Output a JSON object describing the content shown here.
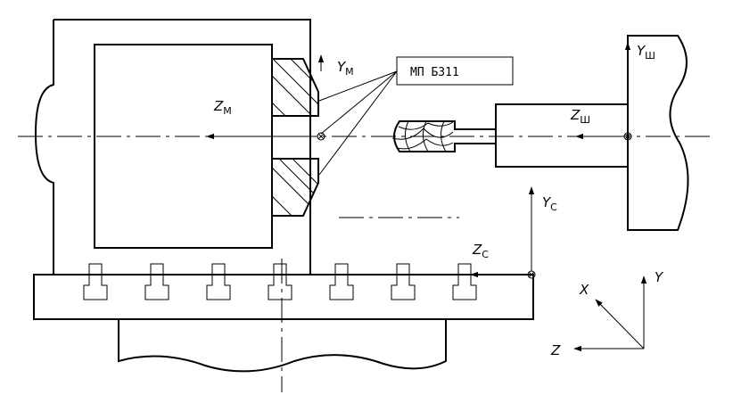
{
  "callout": {
    "text": "МП Б311"
  },
  "axes": {
    "machine_y": {
      "letter": "Y",
      "sub": "М"
    },
    "machine_z": {
      "letter": "Z",
      "sub": "М"
    },
    "spindle_y": {
      "letter": "Y",
      "sub": "Ш"
    },
    "spindle_z": {
      "letter": "Z",
      "sub": "Ш"
    },
    "table_y": {
      "letter": "Y",
      "sub": "С"
    },
    "table_z": {
      "letter": "Z",
      "sub": "С"
    },
    "global_x": {
      "letter": "X"
    },
    "global_y": {
      "letter": "Y"
    },
    "global_z": {
      "letter": "Z"
    }
  },
  "colors": {
    "line": "#000000",
    "background": "#ffffff"
  }
}
